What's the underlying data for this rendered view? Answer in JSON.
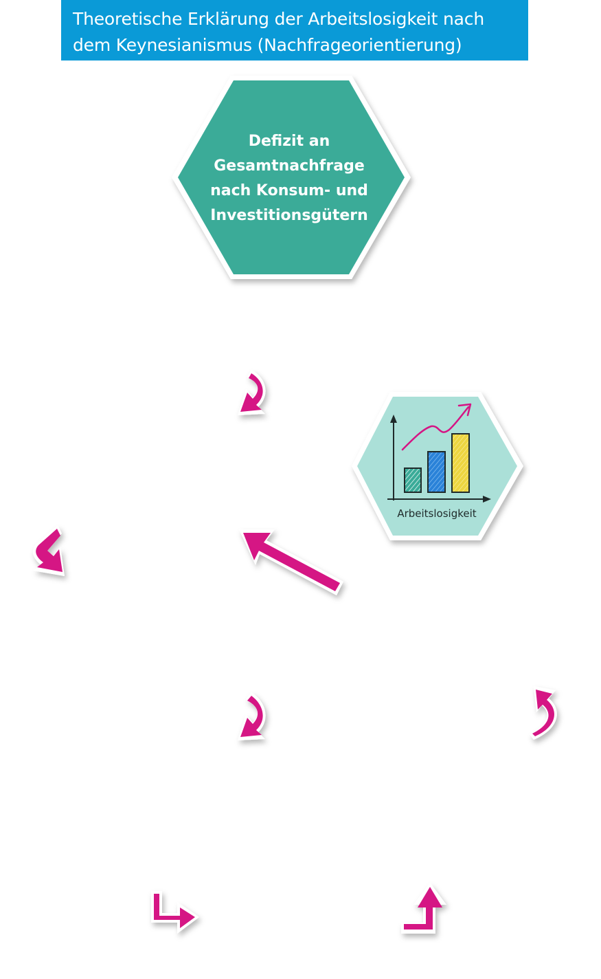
{
  "header": {
    "title_line1": "Theoretische Erklärung der Arbeitslosigkeit nach",
    "title_line2": "dem Keynesianismus (Nachfrageorientierung)"
  },
  "main_hexagon": {
    "lines": [
      "Defizit an",
      "Gesamtnachfrage",
      "nach Konsum- und",
      "Investitionsgütern"
    ]
  },
  "chart_hexagon": {
    "label": "Arbeitslosigkeit",
    "icon": "bar-chart-trend-up-icon"
  },
  "colors": {
    "header_bg": "#0a9ad7",
    "main_hex": "#3aab98",
    "chart_hex": "#abe0d8",
    "arrow": "#d51484",
    "bar_green": "#3aab98",
    "bar_blue": "#2a82d8",
    "bar_yellow": "#ecd540"
  }
}
